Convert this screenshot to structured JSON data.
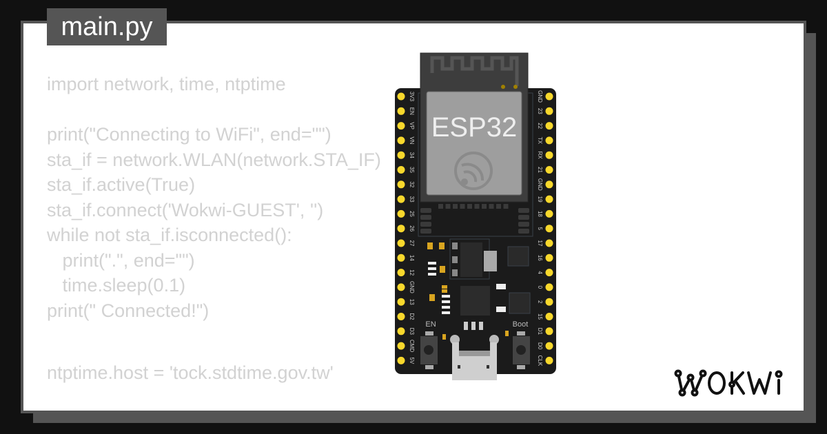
{
  "file_tab": {
    "label": "main.py"
  },
  "code_lines": [
    "import network, time, ntptime",
    "",
    "print(\"Connecting to WiFi\", end=\"\")",
    "sta_if = network.WLAN(network.STA_IF)",
    "sta_if.active(True)",
    "sta_if.connect('Wokwi-GUEST', '')",
    "while not sta_if.isconnected():",
    "   print(\".\", end=\"\")",
    "   time.sleep(0.1)",
    "print(\" Connected!\")",
    "",
    "ntptime.host = 'tock.stdtime.gov.tw'"
  ],
  "board": {
    "chip_label": "ESP32",
    "left_pins": [
      "3V3",
      "EN",
      "VP",
      "VN",
      "34",
      "35",
      "32",
      "33",
      "25",
      "26",
      "27",
      "14",
      "12",
      "GND",
      "13",
      "D2",
      "D3",
      "CMD",
      "5V"
    ],
    "right_pins": [
      "GND",
      "23",
      "22",
      "TX",
      "RX",
      "21",
      "GND",
      "19",
      "18",
      "5",
      "17",
      "16",
      "4",
      "0",
      "2",
      "15",
      "D1",
      "D0",
      "CLK"
    ],
    "en_button_label": "EN",
    "boot_button_label": "Boot",
    "pin_color": "#f8d82c",
    "board_color": "#1b1b1b"
  },
  "logo": {
    "text": "WOKWi"
  },
  "colors": {
    "background": "#111111",
    "card": "#ffffff",
    "frame": "#555555",
    "code_text": "#d2d2d2"
  }
}
